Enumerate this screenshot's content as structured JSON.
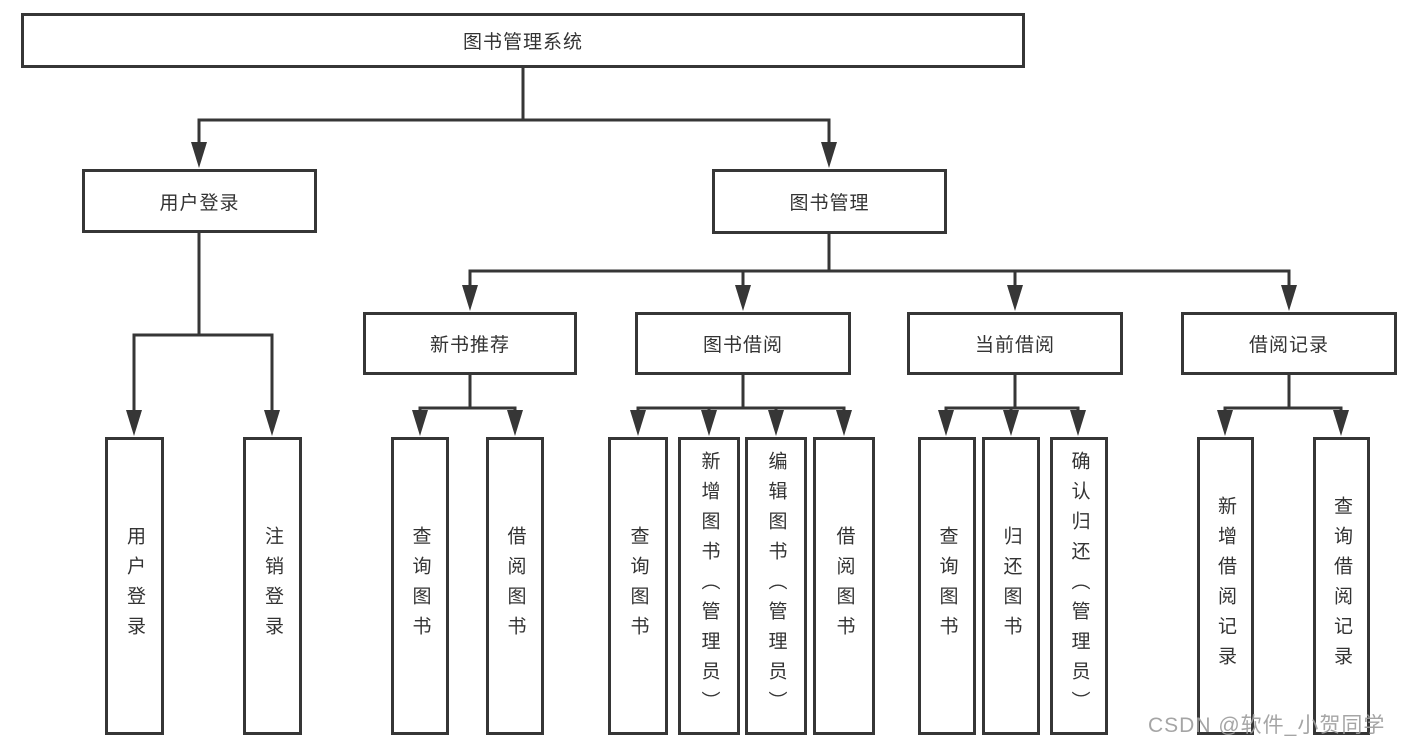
{
  "tree": {
    "label": "图书管理系统",
    "children": [
      {
        "label": "用户登录",
        "children": [
          {
            "label": "用户登录"
          },
          {
            "label": "注销登录"
          }
        ]
      },
      {
        "label": "图书管理",
        "children": [
          {
            "label": "新书推荐",
            "children": [
              {
                "label": "查询图书"
              },
              {
                "label": "借阅图书"
              }
            ]
          },
          {
            "label": "图书借阅",
            "children": [
              {
                "label": "查询图书"
              },
              {
                "label": "新增图书（管理员）"
              },
              {
                "label": "编辑图书（管理员）"
              },
              {
                "label": "借阅图书"
              }
            ]
          },
          {
            "label": "当前借阅",
            "children": [
              {
                "label": "查询图书"
              },
              {
                "label": "归还图书"
              },
              {
                "label": "确认归还（管理员）"
              }
            ]
          },
          {
            "label": "借阅记录",
            "children": [
              {
                "label": "新增借阅记录"
              },
              {
                "label": "查询借阅记录"
              }
            ]
          }
        ]
      }
    ]
  },
  "watermark": {
    "text": "CSDN @软件_小贺同学"
  },
  "colors": {
    "line": "#363636",
    "text": "#333333",
    "watermark": "#9e9e9e",
    "box_bg": "#ffffff",
    "page_bg": "#ffffff"
  }
}
